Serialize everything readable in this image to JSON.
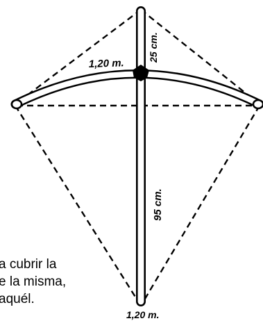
{
  "diagram": {
    "labels": {
      "cross_spar": "1,20 m.",
      "top_segment": "25 cm.",
      "bottom_segment": "95 cm.",
      "spine_total": "1,20 m."
    }
  },
  "caption": {
    "lines": [
      "a cubrir la",
      "e la misma,",
      "aquél."
    ]
  }
}
